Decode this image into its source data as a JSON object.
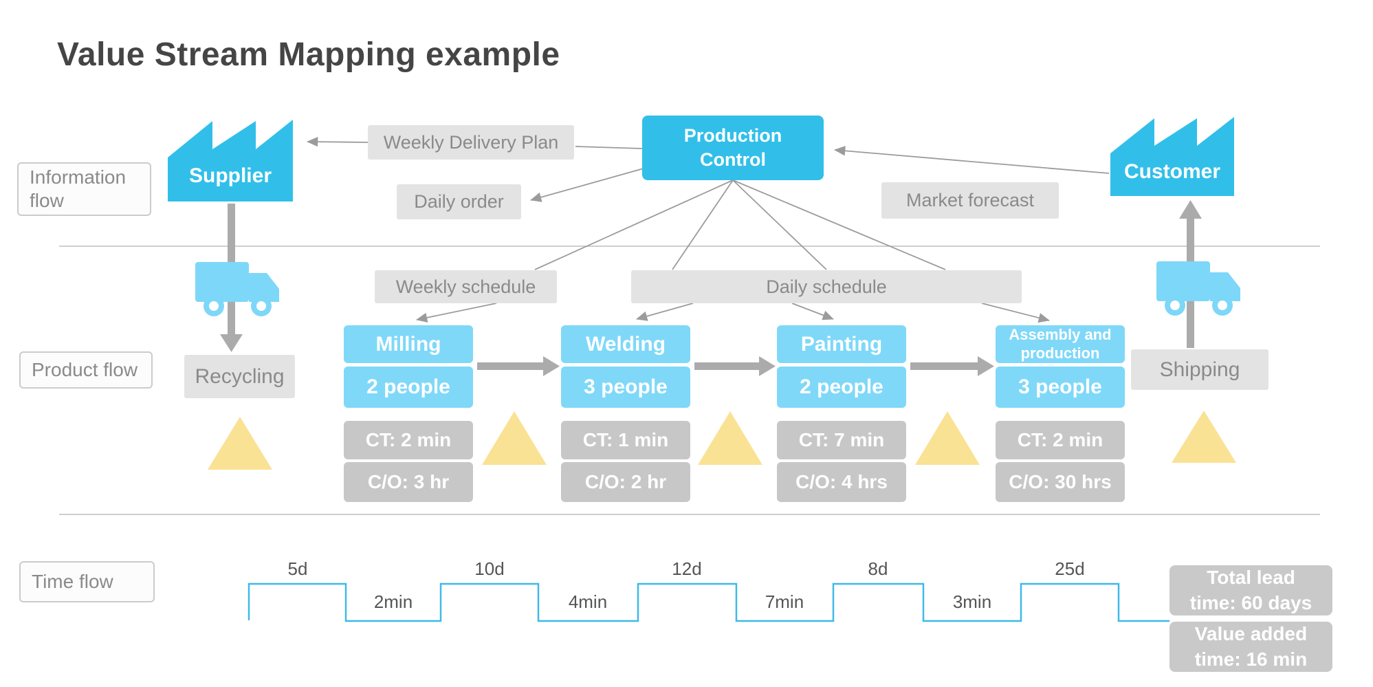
{
  "title": "Value Stream Mapping example",
  "row_labels": {
    "information": "Information flow",
    "product": "Product flow",
    "time": "Time flow"
  },
  "entities": {
    "supplier": "Supplier",
    "customer": "Customer",
    "production_control": "Production Control"
  },
  "info_boxes": {
    "weekly_delivery_plan": "Weekly Delivery Plan",
    "daily_order": "Daily order",
    "market_forecast": "Market forecast",
    "weekly_schedule": "Weekly schedule",
    "daily_schedule": "Daily schedule",
    "recycling": "Recycling",
    "shipping": "Shipping"
  },
  "processes": [
    {
      "title": "Milling",
      "people": "2 people",
      "cycle_time": "CT: 2 min",
      "changeover": "C/O: 3 hr"
    },
    {
      "title": "Welding",
      "people": "3 people",
      "cycle_time": "CT: 1 min",
      "changeover": "C/O: 2 hr"
    },
    {
      "title": "Painting",
      "people": "2 people",
      "cycle_time": "CT: 7 min",
      "changeover": "C/O: 4 hrs"
    },
    {
      "title": "Assembly and production",
      "people": "3 people",
      "cycle_time": "CT: 2 min",
      "changeover": "C/O: 30 hrs"
    }
  ],
  "timeline": {
    "wait_labels": [
      "5d",
      "10d",
      "12d",
      "8d",
      "25d"
    ],
    "process_labels": [
      "2min",
      "4min",
      "7min",
      "3min"
    ],
    "totals": {
      "lead_time": "Total lead time: 60 days",
      "value_added": "Value added time: 16 min"
    }
  },
  "colors": {
    "accent_cyan": "#31bfe9",
    "process_blue": "#7fd8f8",
    "inventory_yellow": "#fae294",
    "label_gray": "#e3e3e3",
    "stat_gray": "#c7c7c7",
    "timeline_blue": "#3fb9e8"
  }
}
